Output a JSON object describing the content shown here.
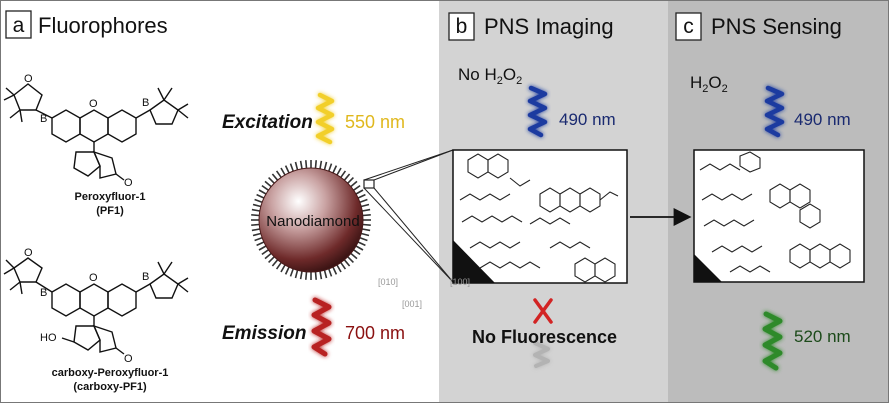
{
  "panels": {
    "a": {
      "letter": "a",
      "title": "Fluorophores"
    },
    "b": {
      "letter": "b",
      "title": "PNS Imaging"
    },
    "c": {
      "letter": "c",
      "title": "PNS Sensing"
    }
  },
  "molecules": {
    "pf1_name": "Peroxyfluor-1",
    "pf1_abbr": "(PF1)",
    "cpf1_name": "carboxy-Peroxyfluor-1",
    "cpf1_abbr": "(carboxy-PF1)"
  },
  "nanodiamond": {
    "label": "Nanodiamond",
    "facet_010": "[010]",
    "facet_001": "[001]",
    "facet_100": "[100]"
  },
  "light": {
    "excitation_label": "Excitation",
    "excitation_value": "550 nm",
    "emission_label": "Emission",
    "emission_value": "700 nm"
  },
  "imaging": {
    "condition_prefix": "No H",
    "condition_sub1": "2",
    "condition_mid": "O",
    "condition_sub2": "2",
    "excitation_value": "490 nm",
    "result": "No Fluorescence"
  },
  "sensing": {
    "condition_prefix": "H",
    "condition_sub1": "2",
    "condition_mid": "O",
    "condition_sub2": "2",
    "excitation_value": "490 nm",
    "emission_value": "520 nm"
  },
  "colors": {
    "excitation_yellow": "#f2cf2a",
    "emission_red": "#b82020",
    "blue": "#1a3aa0",
    "green": "#2f8a2a",
    "panel_b_bg": "#d3d3d3",
    "panel_c_bg": "#bcbcbc"
  }
}
